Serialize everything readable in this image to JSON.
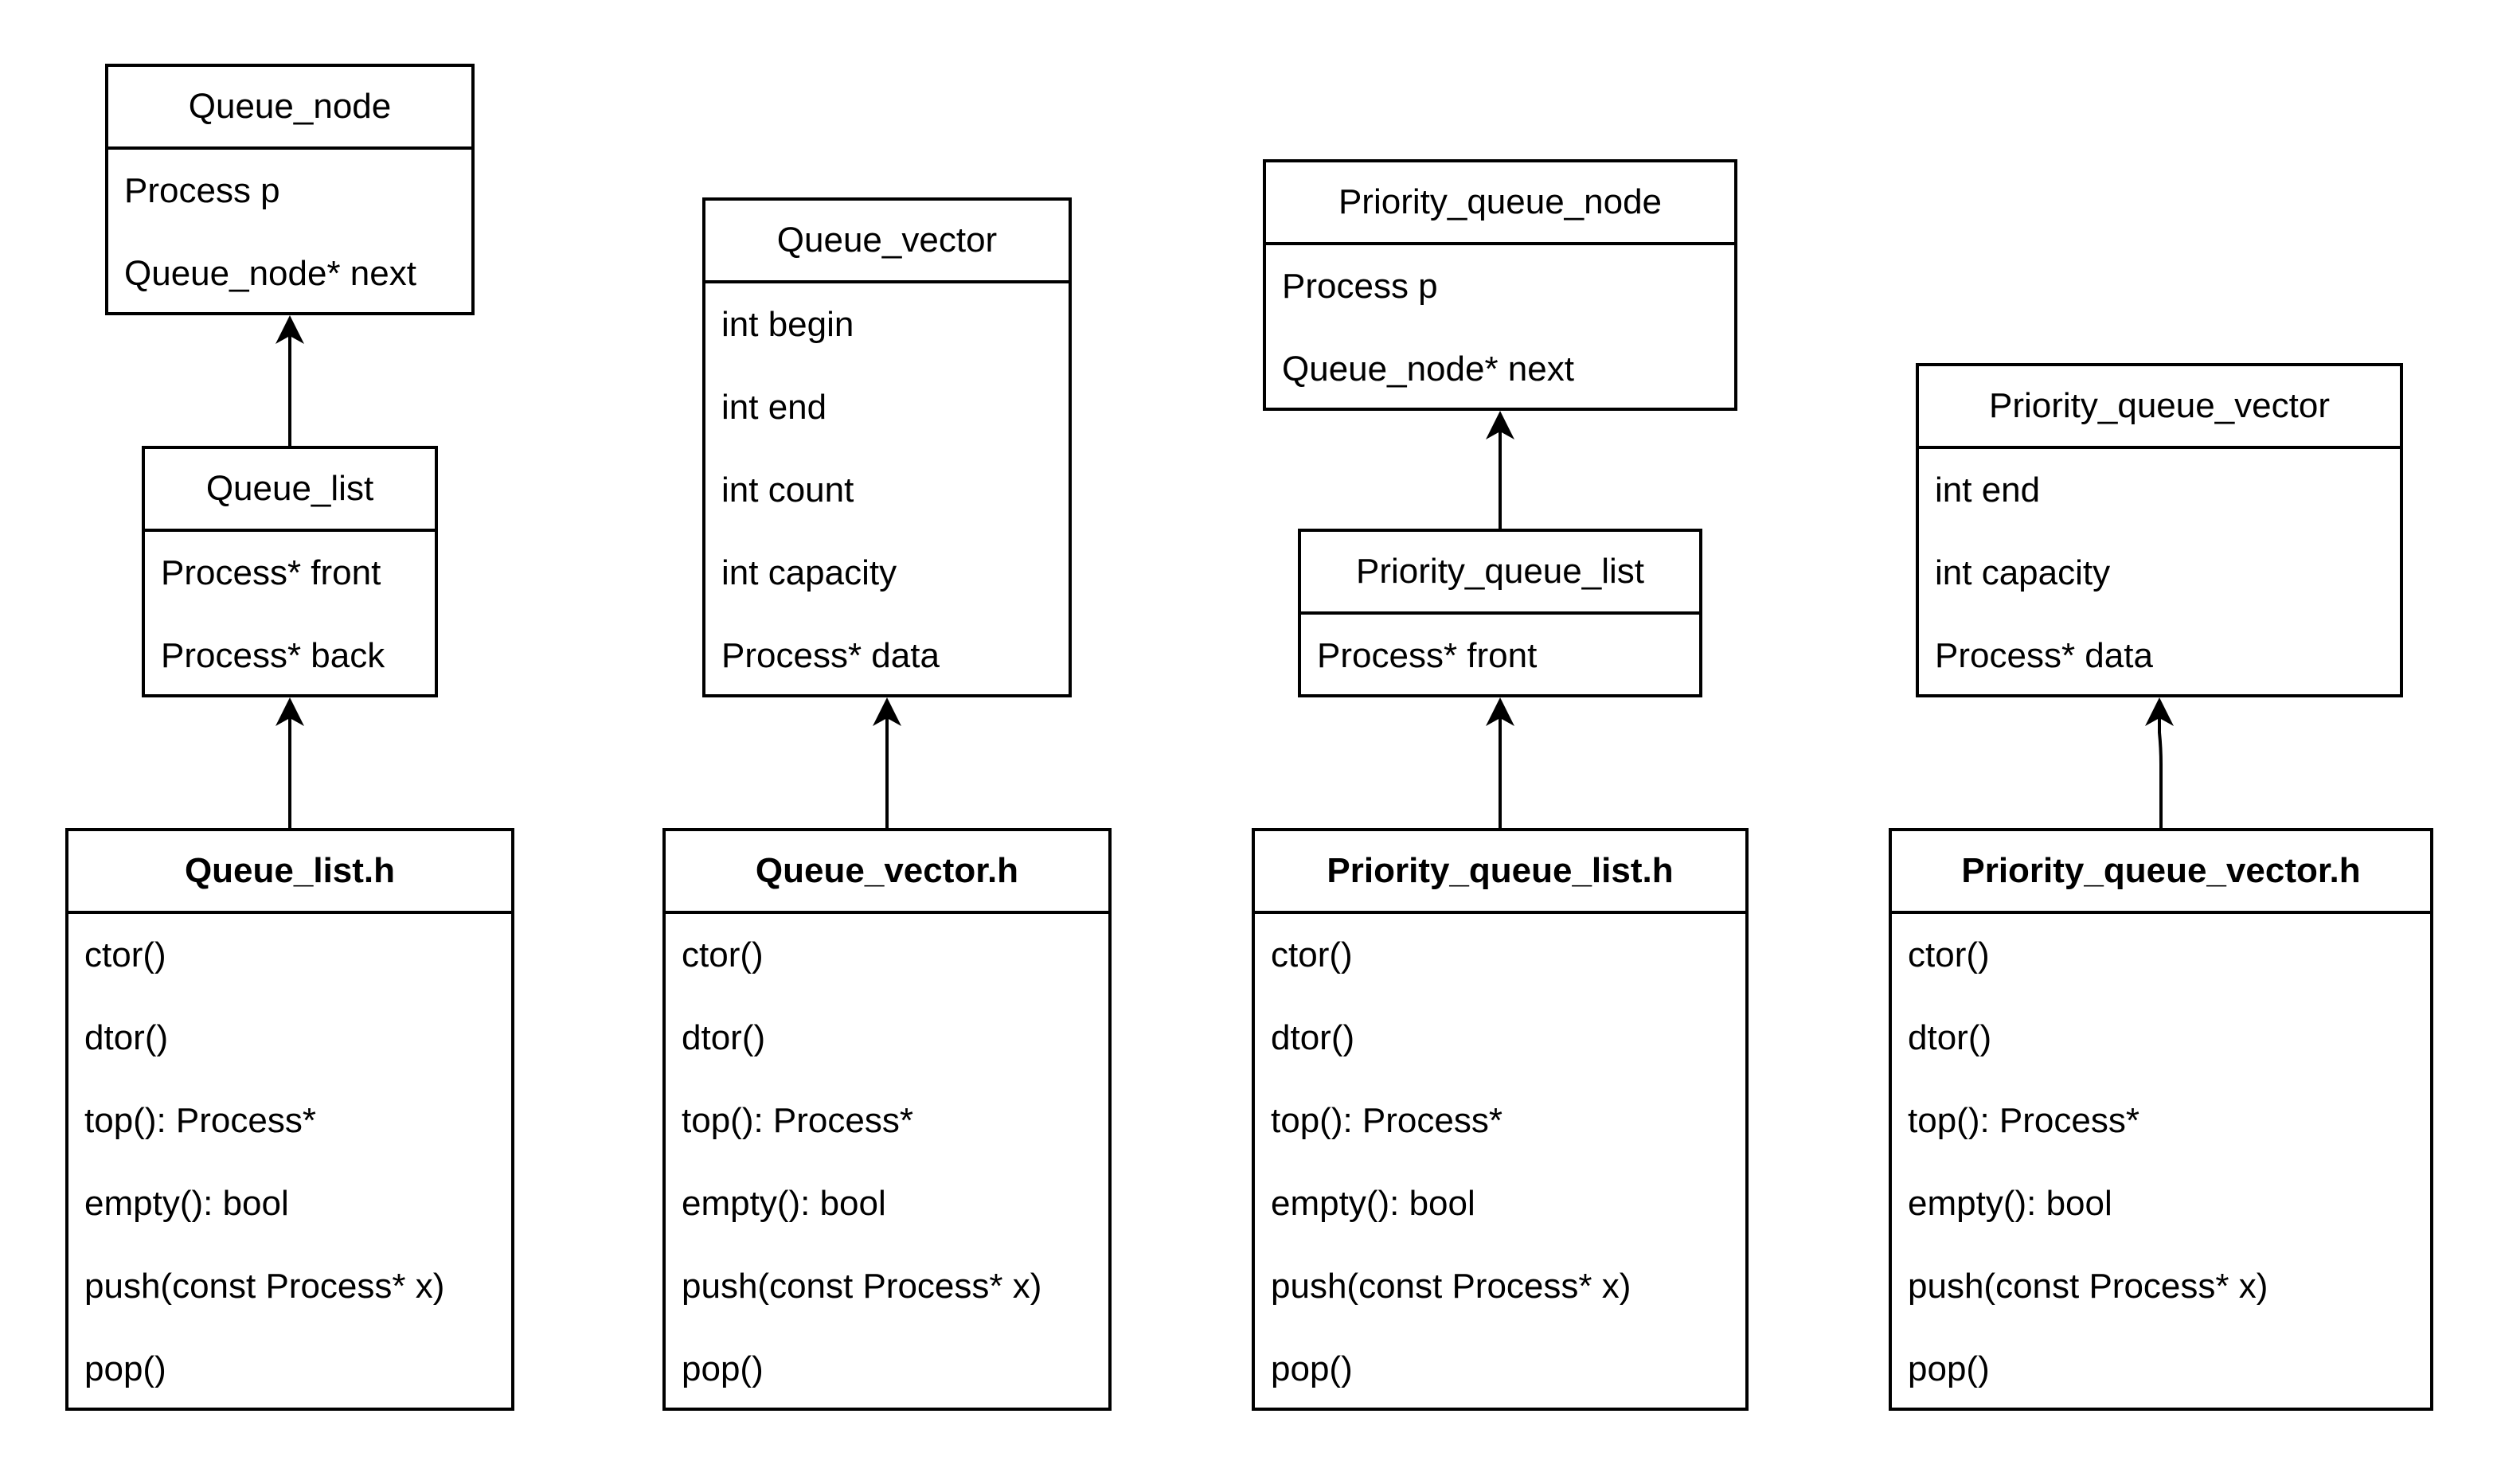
{
  "diagram": {
    "classes": {
      "queue_node": {
        "name": "Queue_node",
        "fields": [
          "Process p",
          "Queue_node* next"
        ]
      },
      "queue_list": {
        "name": "Queue_list",
        "fields": [
          "Process* front",
          "Process* back"
        ]
      },
      "queue_vector": {
        "name": "Queue_vector",
        "fields": [
          "int begin",
          "int end",
          "int count",
          "int capacity",
          "Process* data"
        ]
      },
      "priority_queue_node": {
        "name": "Priority_queue_node",
        "fields": [
          "Process p",
          "Queue_node* next"
        ]
      },
      "priority_queue_list": {
        "name": "Priority_queue_list",
        "fields": [
          "Process* front"
        ]
      },
      "priority_queue_vector": {
        "name": "Priority_queue_vector",
        "fields": [
          "int end",
          "int capacity",
          "Process* data"
        ]
      },
      "queue_list_h": {
        "name": "Queue_list.h",
        "methods": [
          "ctor()",
          "dtor()",
          "top(): Process*",
          "empty(): bool",
          "push(const Process* x)",
          "pop()"
        ]
      },
      "queue_vector_h": {
        "name": "Queue_vector.h",
        "methods": [
          "ctor()",
          "dtor()",
          "top(): Process*",
          "empty(): bool",
          "push(const Process* x)",
          "pop()"
        ]
      },
      "priority_queue_list_h": {
        "name": "Priority_queue_list.h",
        "methods": [
          "ctor()",
          "dtor()",
          "top(): Process*",
          "empty(): bool",
          "push(const Process* x)",
          "pop()"
        ]
      },
      "priority_queue_vector_h": {
        "name": "Priority_queue_vector.h",
        "methods": [
          "ctor()",
          "dtor()",
          "top(): Process*",
          "empty(): bool",
          "push(const Process* x)",
          "pop()"
        ]
      }
    },
    "edges": [
      {
        "from": "queue_list",
        "to": "queue_node"
      },
      {
        "from": "queue_list_h",
        "to": "queue_list"
      },
      {
        "from": "queue_vector_h",
        "to": "queue_vector"
      },
      {
        "from": "priority_queue_list",
        "to": "priority_queue_node"
      },
      {
        "from": "priority_queue_list_h",
        "to": "priority_queue_list"
      },
      {
        "from": "priority_queue_vector_h",
        "to": "priority_queue_vector"
      }
    ]
  }
}
